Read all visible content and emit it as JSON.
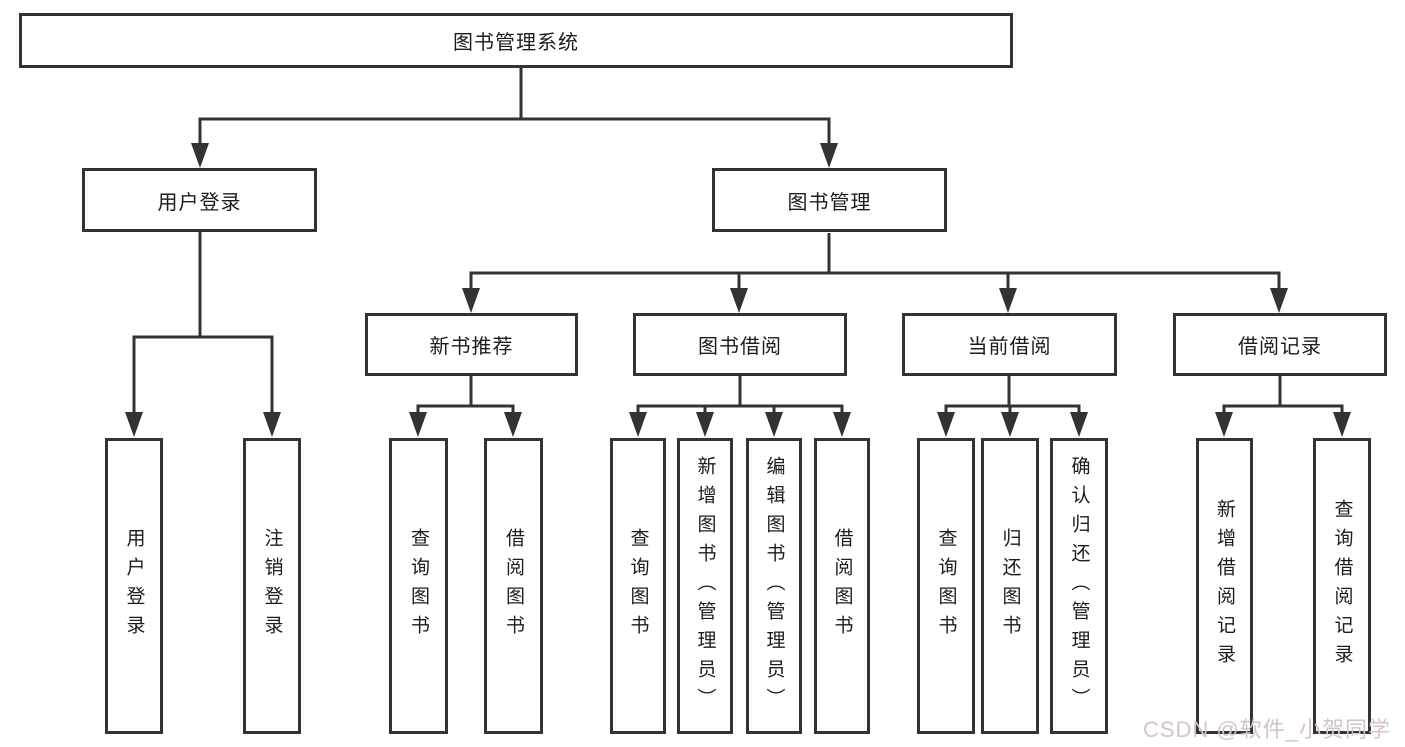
{
  "tree": {
    "root": {
      "label": "图书管理系统"
    },
    "level2": [
      {
        "label": "用户登录"
      },
      {
        "label": "图书管理"
      }
    ],
    "level3": [
      {
        "label": "新书推荐"
      },
      {
        "label": "图书借阅"
      },
      {
        "label": "当前借阅"
      },
      {
        "label": "借阅记录"
      }
    ],
    "leaves": {
      "user_login": [
        {
          "label": "用户登录"
        },
        {
          "label": "注销登录"
        }
      ],
      "new_books": [
        {
          "label": "查询图书"
        },
        {
          "label": "借阅图书"
        }
      ],
      "book_borrow": [
        {
          "label": "查询图书"
        },
        {
          "label": "新增图书（管理员）"
        },
        {
          "label": "编辑图书（管理员）"
        },
        {
          "label": "借阅图书"
        }
      ],
      "current_borrow": [
        {
          "label": "查询图书"
        },
        {
          "label": "归还图书"
        },
        {
          "label": "确认归还（管理员）"
        }
      ],
      "borrow_records": [
        {
          "label": "新增借阅记录"
        },
        {
          "label": "查询借阅记录"
        }
      ]
    }
  },
  "watermark": {
    "text": "CSDN @软件_小贺同学"
  },
  "colors": {
    "line": "#333333",
    "text": "#1c1c1c",
    "background": "#ffffff",
    "box_fill": "#ffffff",
    "watermark": "#d5c3c7"
  }
}
